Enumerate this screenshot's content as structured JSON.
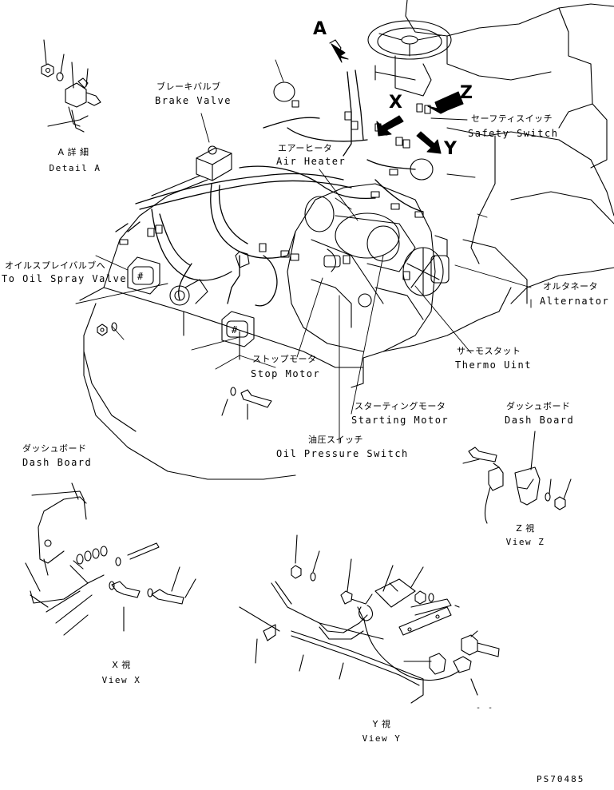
{
  "view_arrows": {
    "a": "A",
    "x": "X",
    "y": "Y",
    "z": "Z"
  },
  "labels": {
    "detail_a_jp": "A 詳 細",
    "detail_a_en": "Detail A",
    "brake_valve_jp": "ブレーキバルブ",
    "brake_valve_en": "Brake Valve",
    "air_heater_jp": "エアーヒータ",
    "air_heater_en": "Air Heater",
    "safety_switch_jp": "セーフティスイッチ",
    "safety_switch_en": "Safety Switch",
    "oil_spray_valve_jp": "オイルスプレイバルブへ",
    "oil_spray_valve_en": "To Oil Spray Valve",
    "alternator_jp": "オルタネータ",
    "alternator_en": "Alternator",
    "thermo_unit_jp": "サーモスタット",
    "thermo_unit_en": "Thermo Uint",
    "stop_motor_jp": "ストップモータ",
    "stop_motor_en": "Stop Motor",
    "starting_motor_jp": "スターティングモータ",
    "starting_motor_en": "Starting Motor",
    "oil_pressure_jp": "油圧スイッチ",
    "oil_pressure_en": "Oil Pressure Switch",
    "dash_board_left_jp": "ダッシュボード",
    "dash_board_left_en": "Dash Board",
    "dash_board_right_jp": "ダッシュボード",
    "dash_board_right_en": "Dash Board",
    "view_x_jp": "X 視",
    "view_x_en": "View X",
    "view_y_jp": "Y 視",
    "view_y_en": "View Y",
    "view_z_jp": "Z 視",
    "view_z_en": "View Z",
    "part_code": "PS70485",
    "dash_mark": "- -"
  }
}
